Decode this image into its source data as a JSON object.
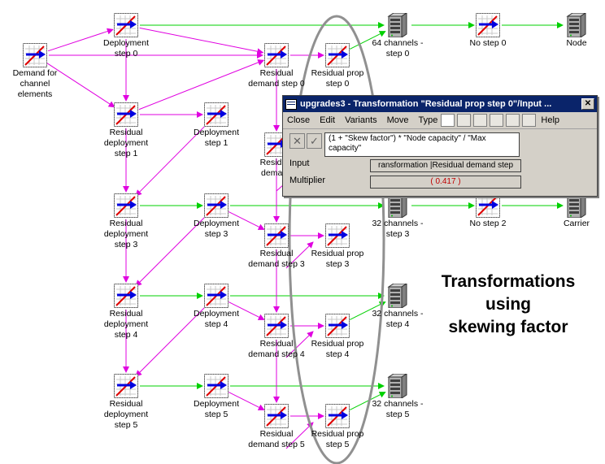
{
  "colors": {
    "green_arrow": "#00d000",
    "magenta_arrow": "#e000e0",
    "ellipse": "#909090",
    "dialog_title_bg": "#0a246a",
    "multiplier_text": "#c00000"
  },
  "nodes": {
    "demand": {
      "label": "Demand for\nchannel\nelements",
      "icon": "transformation-icon"
    },
    "dep0": {
      "label": "Deployment\nstep 0",
      "icon": "transformation-icon"
    },
    "rds0": {
      "label": "Residual\ndemand step 0",
      "icon": "transformation-icon"
    },
    "rps0": {
      "label": "Residual prop\nstep 0",
      "icon": "transformation-icon"
    },
    "ch0": {
      "label": "64 channels -\nstep 0",
      "icon": "server-icon"
    },
    "ns0": {
      "label": "No step 0",
      "icon": "transformation-icon"
    },
    "node": {
      "label": "Node",
      "icon": "server-icon"
    },
    "rdep1": {
      "label": "Residual\ndeployment\nstep 1",
      "icon": "transformation-icon"
    },
    "dep1": {
      "label": "Deployment\nstep 1",
      "icon": "transformation-icon"
    },
    "rds1": {
      "label": "Residual\ndemand",
      "icon": "transformation-icon"
    },
    "rdep3": {
      "label": "Residual\ndeployment\nstep 3",
      "icon": "transformation-icon"
    },
    "dep3": {
      "label": "Deployment\nstep 3",
      "icon": "transformation-icon"
    },
    "ch3": {
      "label": "32 channels -\nstep 3",
      "icon": "server-icon"
    },
    "ns2": {
      "label": "No step 2",
      "icon": "transformation-icon"
    },
    "carrier": {
      "label": "Carrier",
      "icon": "server-icon"
    },
    "rds3": {
      "label": "Residual\ndemand step 3",
      "icon": "transformation-icon"
    },
    "rps3": {
      "label": "Residual prop\nstep 3",
      "icon": "transformation-icon"
    },
    "rdep4": {
      "label": "Residual\ndeployment\nstep 4",
      "icon": "transformation-icon"
    },
    "dep4": {
      "label": "Deployment\nstep 4",
      "icon": "transformation-icon"
    },
    "ch4": {
      "label": "32 channels -\nstep 4",
      "icon": "server-icon"
    },
    "rds4": {
      "label": "Residual\ndemand step 4",
      "icon": "transformation-icon"
    },
    "rps4": {
      "label": "Residual prop\nstep 4",
      "icon": "transformation-icon"
    },
    "rdep5": {
      "label": "Residual\ndeployment\nstep 5",
      "icon": "transformation-icon"
    },
    "dep5": {
      "label": "Deployment\nstep 5",
      "icon": "transformation-icon"
    },
    "ch5": {
      "label": "32 channels -\nstep 5",
      "icon": "server-icon"
    },
    "rds5": {
      "label": "Residual\ndemand step 5",
      "icon": "transformation-icon"
    },
    "rps5": {
      "label": "Residual prop\nstep 5",
      "icon": "transformation-icon"
    }
  },
  "callout": {
    "line1": "Transformations",
    "line2": "using",
    "line3": "skewing factor"
  },
  "dialog": {
    "title": "upgrades3 - Transformation \"Residual prop step 0\"/Input ...",
    "close_glyph": "✕",
    "menu": {
      "close": "Close",
      "edit": "Edit",
      "variants": "Variants",
      "move": "Move",
      "type": "Type",
      "help": "Help"
    },
    "formula_cancel": "✕",
    "formula_ok": "✓",
    "formula": "(1 + \"Skew factor\") * \"Node capacity\" / \"Max capacity\"",
    "input_label": "Input",
    "input_value": "ransformation |Residual demand step",
    "multiplier_label": "Multiplier",
    "multiplier_value": "( 0.417 )"
  }
}
